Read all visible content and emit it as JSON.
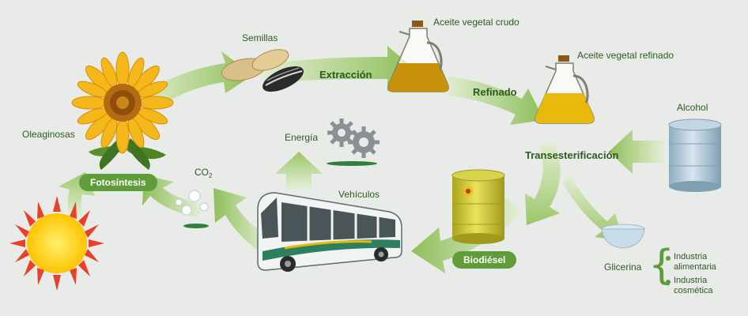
{
  "labels": {
    "semillas": "Semillas",
    "extraccion": "Extracción",
    "aceite_crudo": "Aceite vegetal crudo",
    "refinado": "Refinado",
    "aceite_refinado": "Aceite vegetal refinado",
    "alcohol": "Alcohol",
    "transesterificacion": "Transesterificación",
    "oleaginosas": "Oleaginosas",
    "fotosintesis": "Fotosíntesis",
    "energia": "Energía",
    "co2_main": "CO",
    "co2_sub": "2",
    "vehiculos": "Vehículos",
    "biodiesel": "Biodiésel",
    "glicerina": "Glicerina",
    "industria_alimentaria": "Industria alimentaria",
    "industria_cosmetica": "Industria cosmética"
  },
  "colors": {
    "background": "#e9ebe8",
    "arrow_light": "#dfeccf",
    "arrow_dark": "#8fbf5a",
    "pill": "#5f9c3a",
    "label_text": "#2f5a22",
    "oil_crude": "#c9900a",
    "oil_refined": "#e7b90c",
    "barrel_yellow": "#d4cf3a",
    "barrel_blue": "#a9c3d3",
    "sun": "#ffd21a",
    "sun_rays": "#e8402a",
    "bus_green": "#2e7f5d"
  },
  "icons": [
    "sun-icon",
    "sunflower-icon",
    "seeds-icon",
    "crude-oil-jug-icon",
    "refined-oil-jug-icon",
    "alcohol-barrel-icon",
    "biodiesel-barrel-icon",
    "glycerin-bowl-icon",
    "bus-icon",
    "gears-icon",
    "co2-bubbles-icon"
  ]
}
